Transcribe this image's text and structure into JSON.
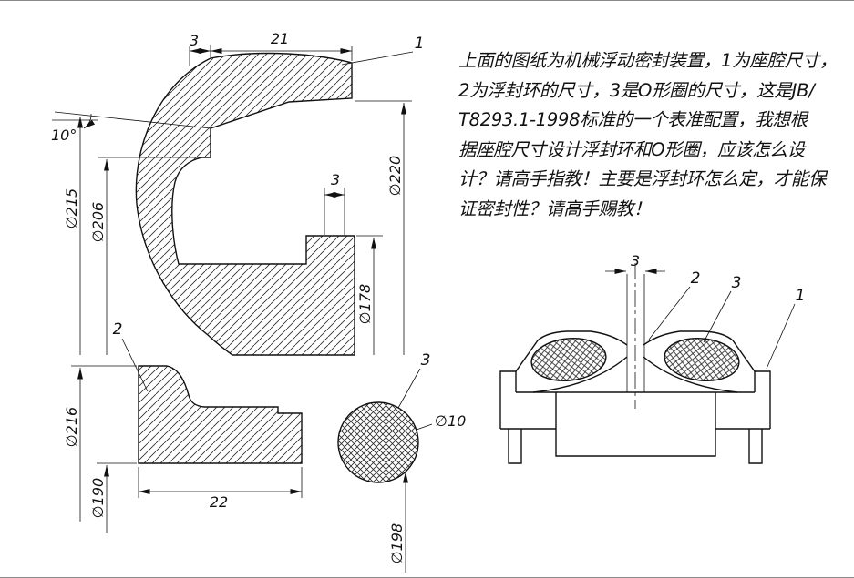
{
  "question": {
    "lines": [
      "上面的图纸为机械浮动密封装置，1为座腔尺寸，",
      "2为浮封环的尺寸，3是O形圈的尺寸，这是JB/",
      "T8293.1-1998标准的一个表准配置，我想根",
      "据座腔尺寸设计浮封环和O形圈，应该怎么设",
      "计？请高手指教！主要是浮封环怎么定，才能保",
      "证密封性？请高手赐教！"
    ]
  },
  "seat_view": {
    "balloon": "1",
    "dim_top_small": "3",
    "dim_top_wide": "21",
    "dim_angle": "10°",
    "dim_d215": "∅215",
    "dim_d206": "∅206",
    "dim_d220": "∅220",
    "dim_d178": "∅178",
    "dim_groove": "3"
  },
  "ring_view": {
    "balloon": "2",
    "dim_d216": "∅216",
    "dim_d190": "∅190",
    "dim_width": "22"
  },
  "oring_view": {
    "balloon": "3",
    "dim_d10": "∅10",
    "dim_d198": "∅198"
  },
  "assembly_view": {
    "dim_gap": "3",
    "balloon_ring": "2",
    "balloon_oring": "3",
    "balloon_seat": "1"
  }
}
